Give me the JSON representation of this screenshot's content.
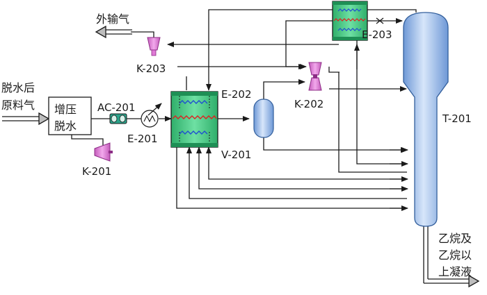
{
  "labels": {
    "export_gas": "外输气",
    "feed_line1": "脱水后",
    "feed_line2": "原料气",
    "box_line1": "增压",
    "box_line2": "脱水",
    "ac201": "AC-201",
    "e201": "E-201",
    "k201": "K-201",
    "k203": "K-203",
    "e202": "E-202",
    "k202": "K-202",
    "v201": "V-201",
    "e203": "E-203",
    "t201": "T-201",
    "product_line1": "乙烷及",
    "product_line2": "乙烷以",
    "product_line3": "上凝液"
  },
  "colors": {
    "line": "#1a1a1a",
    "exchanger_fill": "#3fc47f",
    "exchanger_top": "#1e8f55",
    "column_fill": "#9cc0ec",
    "column_edge": "#335f9c",
    "compressor_fill": "#e07ad6",
    "compressor_edge": "#8d2d86",
    "red_coil": "#e02020",
    "blue_coil": "#1f4fd1",
    "ac_fill": "#2aa38a"
  }
}
